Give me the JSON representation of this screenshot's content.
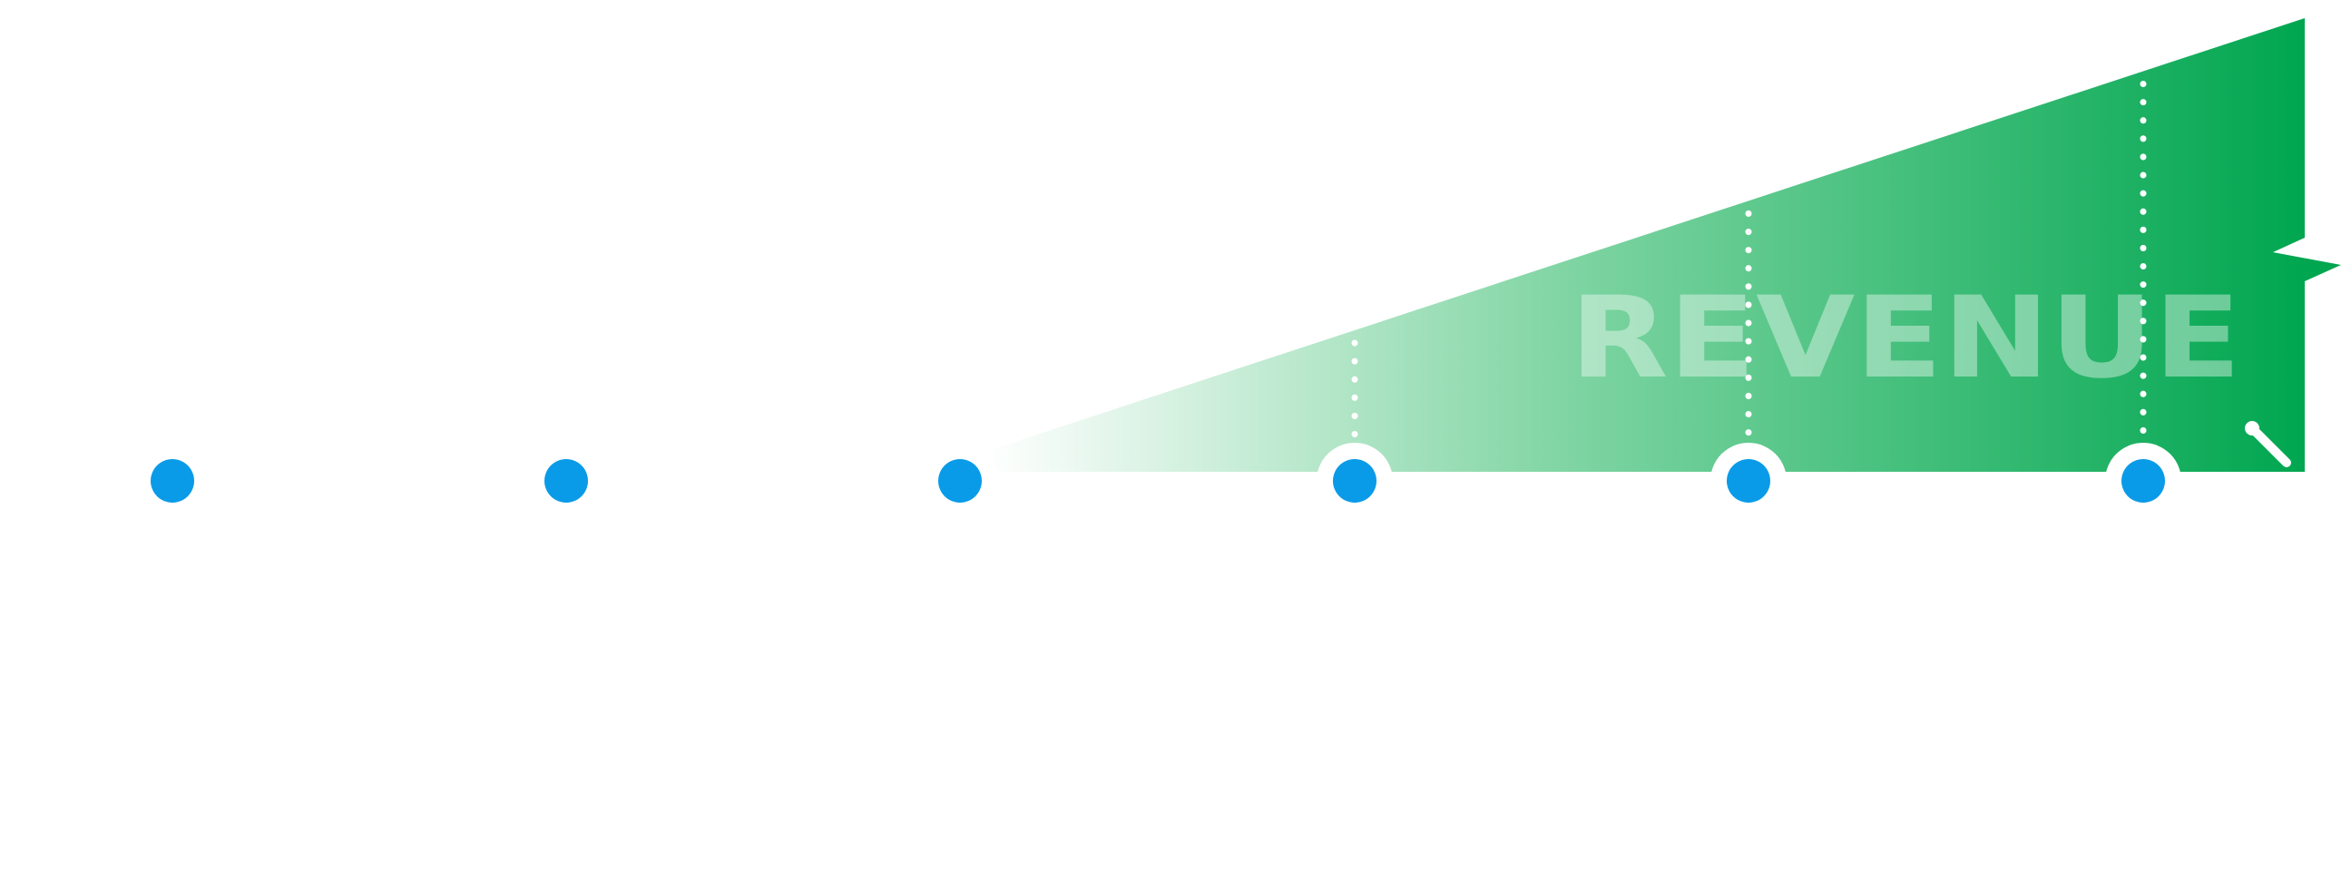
{
  "diagram": {
    "wedge_label": "REVENUE",
    "colors": {
      "wedge_start": "#ffffff",
      "wedge_mid": "#7dd4a1",
      "wedge_end": "#00a650",
      "milestone_dot": "#0a9be8",
      "connector": "#ffffff",
      "background": "#ffffff"
    },
    "milestones": [
      {
        "id": "m1",
        "marked": false
      },
      {
        "id": "m2",
        "marked": false
      },
      {
        "id": "m3",
        "marked": false
      },
      {
        "id": "m4",
        "marked": true
      },
      {
        "id": "m5",
        "marked": true
      },
      {
        "id": "m6",
        "marked": true
      }
    ]
  }
}
